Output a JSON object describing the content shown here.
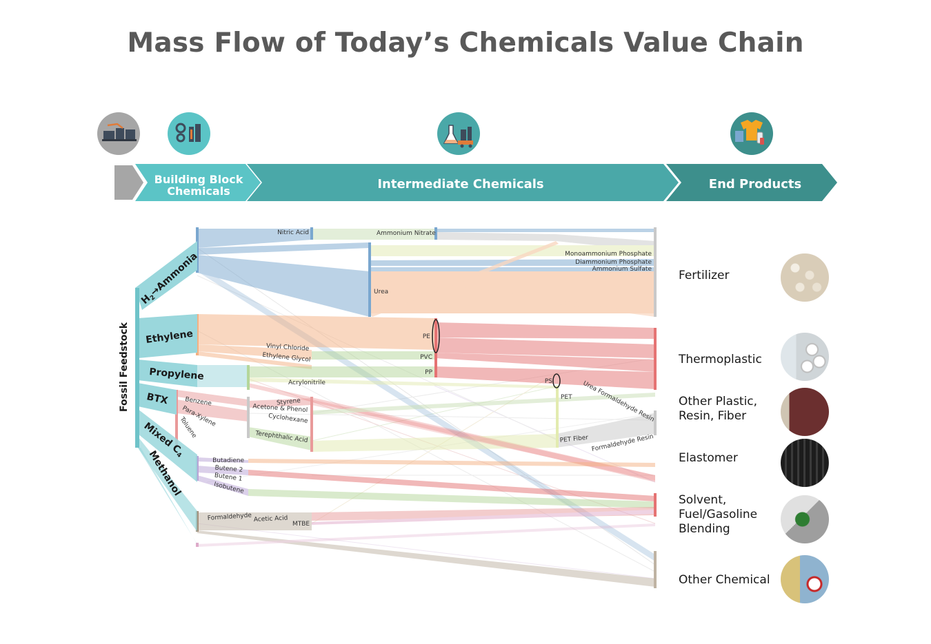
{
  "title": "Mass Flow of Today’s Chemicals Value Chain",
  "stages": {
    "building_block_line1": "Building Block",
    "building_block_line2": "Chemicals",
    "intermediate": "Intermediate Chemicals",
    "end_products": "End Products"
  },
  "stage_icons": [
    "oil-pump-icon",
    "gears-factory-icon",
    "flask-lab-icon",
    "products-icon"
  ],
  "feedstock_label": "Fossil Feedstock",
  "building_blocks": {
    "ammonia_h2": "H",
    "ammonia_sub": "2",
    "ammonia_rest": "→Ammonia",
    "ethylene": "Ethylene",
    "propylene": "Propylene",
    "btx": "BTX",
    "mixed_c": "Mixed C",
    "mixed_sub": "4",
    "methanol": "Methanol"
  },
  "intermediates": {
    "nitric_acid": "Nitric Acid",
    "ammonium_nitrate": "Ammonium Nitrate",
    "monoammonium_phosphate": "Monoammonium Phosphate",
    "diammonium_phosphate": "Diammonium Phosphate",
    "ammonium_sulfate": "Ammonium Sulfate",
    "urea": "Urea",
    "pe": "PE",
    "vinyl_chloride": "Vinyl Chloride",
    "ethylene_glycol": "Ethylene Glycol",
    "pvc": "PVC",
    "pp": "PP",
    "acrylonitrile": "Acrylonitrile",
    "ps": "PS",
    "pet": "PET",
    "urea_formaldehyde_resin": "Urea Formaldehyde Resin",
    "benzene": "Benzene",
    "para_xylene": "Para-Xylene",
    "toluene": "Toluene",
    "styrene": "Styrene",
    "acetone_phenol": "Acetone & Phenol",
    "cyclohexane": "Cyclohexane",
    "terephthalic_acid": "Terephthalic Acid",
    "pet_fiber": "PET Fiber",
    "formaldehyde_resin": "Formaldehyde Resin",
    "butadiene": "Butadiene",
    "butene2": "Butene 2",
    "butene1": "Butene 1",
    "isobutene": "Isobutene",
    "formaldehyde": "Formaldehyde",
    "acetic_acid": "Acetic Acid",
    "mtbe": "MTBE"
  },
  "end_products": {
    "fertilizer": "Fertilizer",
    "thermoplastic": "Thermoplastic",
    "other_plastic": "Other Plastic,\nResin, Fiber",
    "elastomer": "Elastomer",
    "solvent": "Solvent,\nFuel/Gasoline\nBlending",
    "other_chemical": "Other Chemical"
  },
  "colors": {
    "title": "#595959",
    "stage_teal_light": "#5bc4c6",
    "stage_teal_mid": "#4aa8a8",
    "stage_teal_dark": "#3d8f8c",
    "stage_gray": "#a6a6a6",
    "ammonia_flow": "#7aa7cf",
    "ethylene_flow": "#f4b183",
    "polymer_flow": "#e57373",
    "propylene_flow": "#b5d69a",
    "btx_flow": "#e99a9a",
    "c4_flow": "#b9a3d6",
    "methanol_flow": "#bfb3a3",
    "feedstock_bar": "#9ad7dc"
  }
}
